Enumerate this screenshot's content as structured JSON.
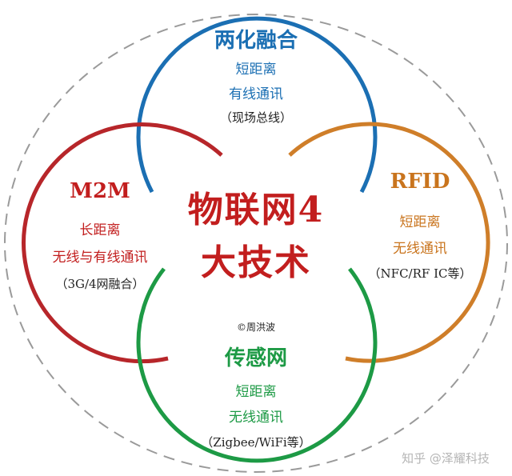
{
  "center": {
    "line1": "物联网4",
    "line2": "大技术"
  },
  "copyright": "©周洪波",
  "watermark": "知乎 @泽耀科技",
  "nodes": {
    "top": {
      "title": "两化融合",
      "line1": "短距离",
      "line2": "有线通讯",
      "line3": "（现场总线）"
    },
    "left": {
      "title": "M2M",
      "line1": "长距离",
      "line2": "无线与有线通讯",
      "line3": "（3G/4网融合）"
    },
    "right": {
      "title": "RFID",
      "line1": "短距离",
      "line2": "无线通讯",
      "line3": "（NFC/RF IC等）"
    },
    "bottom": {
      "title": "传感网",
      "line1": "短距离",
      "line2": "无线通讯",
      "line3": "（Zigbee/WiFi等）"
    }
  },
  "colors": {
    "top": "#1b6fb3",
    "left": "#c21e1e",
    "right": "#c9741d",
    "bottom": "#1d9a45",
    "outer": "#9a9a9a"
  }
}
